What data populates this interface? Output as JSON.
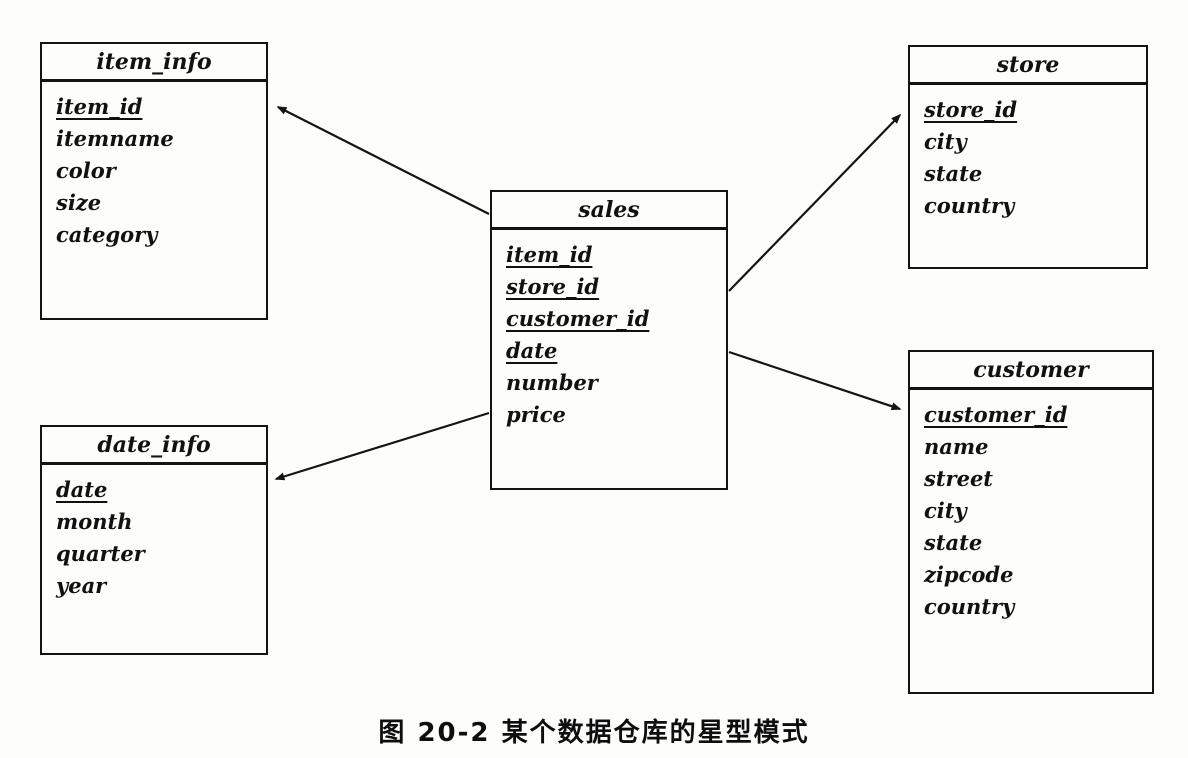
{
  "caption": "图 20-2  某个数据仓库的星型模式",
  "tables": {
    "sales": {
      "title": "sales",
      "fields": [
        "item_id",
        "store_id",
        "customer_id",
        "date",
        "number",
        "price"
      ],
      "key_fields": [
        "item_id",
        "store_id",
        "customer_id",
        "date"
      ]
    },
    "item_info": {
      "title": "item_info",
      "fields": [
        "item_id",
        "itemname",
        "color",
        "size",
        "category"
      ],
      "key_fields": [
        "item_id"
      ]
    },
    "store": {
      "title": "store",
      "fields": [
        "store_id",
        "city",
        "state",
        "country"
      ],
      "key_fields": [
        "store_id"
      ]
    },
    "date_info": {
      "title": "date_info",
      "fields": [
        "date",
        "month",
        "quarter",
        "year"
      ],
      "key_fields": [
        "date"
      ]
    },
    "customer": {
      "title": "customer",
      "fields": [
        "customer_id",
        "name",
        "street",
        "city",
        "state",
        "zipcode",
        "country"
      ],
      "key_fields": [
        "customer_id"
      ]
    }
  },
  "relations": [
    {
      "from": "sales",
      "to": "item_info"
    },
    {
      "from": "sales",
      "to": "store"
    },
    {
      "from": "sales",
      "to": "date_info"
    },
    {
      "from": "sales",
      "to": "customer"
    }
  ]
}
